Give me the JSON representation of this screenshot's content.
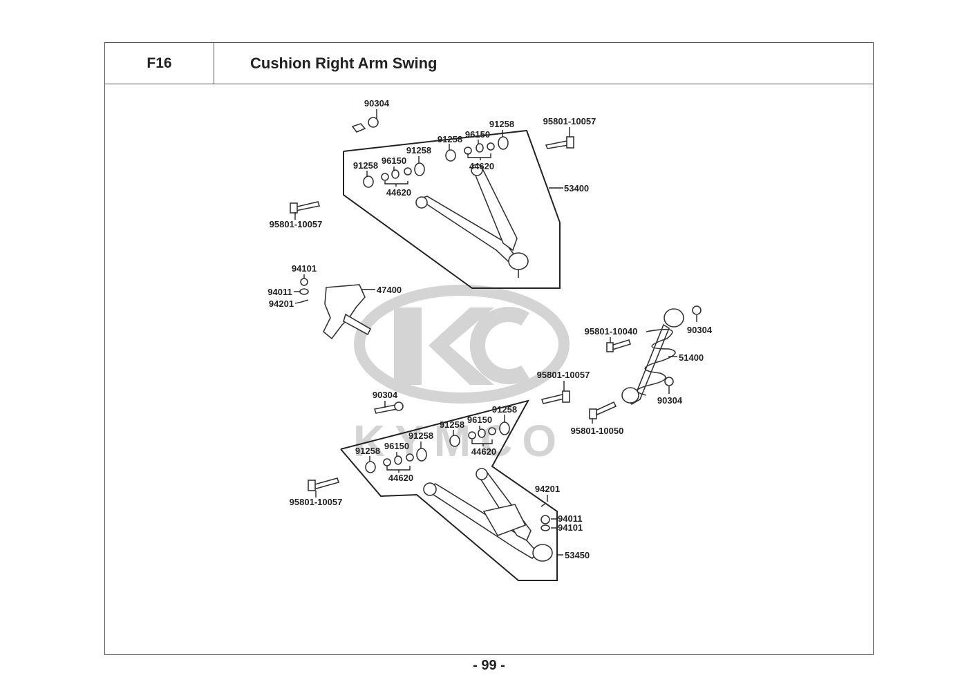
{
  "header": {
    "code": "F16",
    "title": "Cushion  Right Arm Swing"
  },
  "footer": {
    "page_number": "- 99 -"
  },
  "watermark": {
    "brand": "KYMCO",
    "color": "#d4d4d4"
  },
  "parts": {
    "p90304_top": "90304",
    "p95801_top_right": "95801-10057",
    "p91258_t1": "91258",
    "p96150_t1": "96150",
    "p91258_t2": "91258",
    "p44620_t1": "44620",
    "p91258_t3": "91258",
    "p96150_t2": "96150",
    "p91258_t4": "91258",
    "p44620_t2": "44620",
    "p53400": "53400",
    "p95801_top_left": "95801-10057",
    "p94101_top": "94101",
    "p94011_top": "94011",
    "p94201_top": "94201",
    "p47400": "47400",
    "p95801_10040": "95801-10040",
    "p90304_r1": "90304",
    "p51400": "51400",
    "p95801_mid": "95801-10057",
    "p90304_r2": "90304",
    "p90304_mid": "90304",
    "p95801_10050": "95801-10050",
    "p91258_b1": "91258",
    "p96150_b1": "96150",
    "p91258_b2": "91258",
    "p44620_b1": "44620",
    "p91258_b3": "91258",
    "p96150_b2": "96150",
    "p91258_b4": "91258",
    "p44620_b2": "44620",
    "p95801_bottom_left": "95801-10057",
    "p94201_bottom": "94201",
    "p94011_bottom": "94011",
    "p94101_bottom": "94101",
    "p53450": "53450"
  }
}
